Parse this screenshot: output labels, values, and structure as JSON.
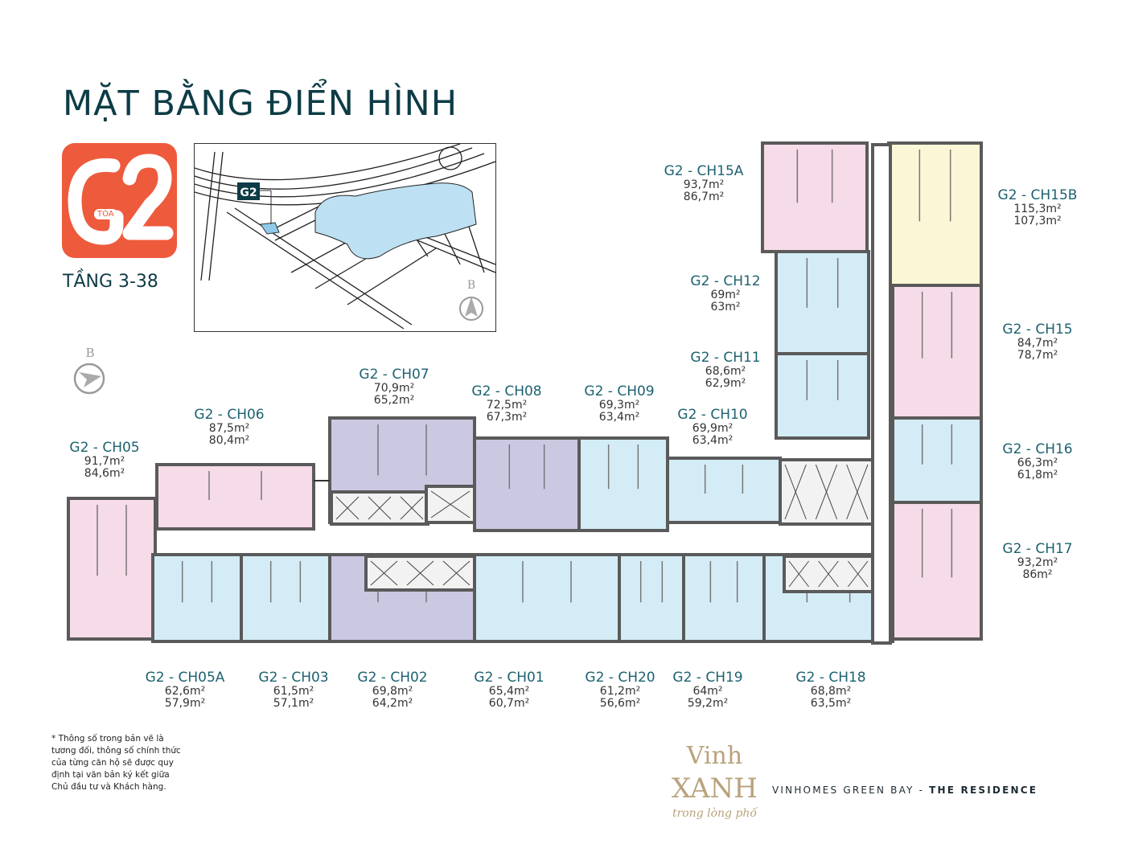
{
  "header": {
    "title": "MẶT BẰNG ĐIỂN HÌNH",
    "floors": "TẦNG 3-38"
  },
  "logo": {
    "building": "G2",
    "prefix": "TÒA",
    "color": "#ee5a3c"
  },
  "location_map": {
    "marker": "G2",
    "north_label": "B",
    "water_color": "#bde0f2"
  },
  "compass": {
    "north_label": "B"
  },
  "colors": {
    "pink": "#f6dbe8",
    "blue": "#d4ecf6",
    "purple": "#cbc8e2",
    "yellow": "#fbf7d6",
    "wall": "#5a5a5a"
  },
  "units": [
    {
      "code": "G2 - CH15A",
      "area1": "93,7m²",
      "area2": "86,7m²"
    },
    {
      "code": "G2 - CH15B",
      "area1": "115,3m²",
      "area2": "107,3m²"
    },
    {
      "code": "G2 - CH12",
      "area1": "69m²",
      "area2": "63m²"
    },
    {
      "code": "G2 - CH15",
      "area1": "84,7m²",
      "area2": "78,7m²"
    },
    {
      "code": "G2 - CH11",
      "area1": "68,6m²",
      "area2": "62,9m²"
    },
    {
      "code": "G2 - CH16",
      "area1": "66,3m²",
      "area2": "61,8m²"
    },
    {
      "code": "G2 - CH07",
      "area1": "70,9m²",
      "area2": "65,2m²"
    },
    {
      "code": "G2 - CH08",
      "area1": "72,5m²",
      "area2": "67,3m²"
    },
    {
      "code": "G2 - CH09",
      "area1": "69,3m²",
      "area2": "63,4m²"
    },
    {
      "code": "G2 - CH10",
      "area1": "69,9m²",
      "area2": "63,4m²"
    },
    {
      "code": "G2 - CH06",
      "area1": "87,5m²",
      "area2": "80,4m²"
    },
    {
      "code": "G2 - CH05",
      "area1": "91,7m²",
      "area2": "84,6m²"
    },
    {
      "code": "G2 - CH17",
      "area1": "93,2m²",
      "area2": "86m²"
    },
    {
      "code": "G2 - CH05A",
      "area1": "62,6m²",
      "area2": "57,9m²"
    },
    {
      "code": "G2 - CH03",
      "area1": "61,5m²",
      "area2": "57,1m²"
    },
    {
      "code": "G2 - CH02",
      "area1": "69,8m²",
      "area2": "64,2m²"
    },
    {
      "code": "G2 - CH01",
      "area1": "65,4m²",
      "area2": "60,7m²"
    },
    {
      "code": "G2 - CH20",
      "area1": "61,2m²",
      "area2": "56,6m²"
    },
    {
      "code": "G2 - CH19",
      "area1": "64m²",
      "area2": "59,2m²"
    },
    {
      "code": "G2 - CH18",
      "area1": "68,8m²",
      "area2": "63,5m²"
    }
  ],
  "footnote": "* Thông số trong bản vẽ là tương đối, thông số chính thức của từng căn hộ sẽ được quy định tại văn bản ký kết giữa Chủ đầu tư và Khách hàng.",
  "slogan": {
    "line1": "Vinh",
    "line2": "XANH",
    "line3": "trong lòng phố"
  },
  "brand": {
    "part1": "VINHOMES GREEN BAY - ",
    "part2": "THE RESIDENCE"
  }
}
